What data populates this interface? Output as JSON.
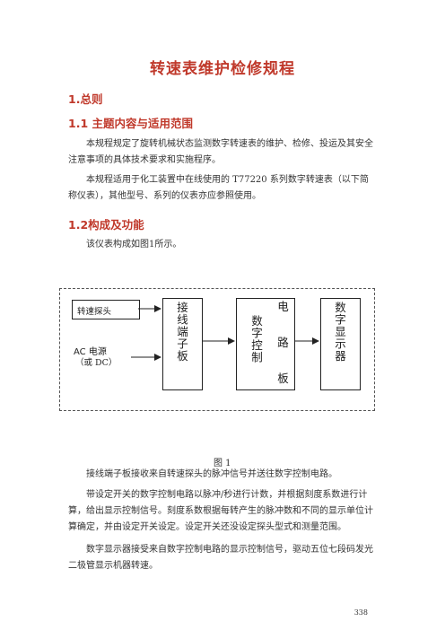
{
  "title": "转速表维护检修规程",
  "sections": {
    "s1": "1.总则",
    "s1_1": "1.1 主题内容与适用范围",
    "s1_1_p1": "本规程规定了旋转机械状态监测数字转速表的维护、检修、投运及其安全注意事项的具体技术要求和实施程序。",
    "s1_1_p2": "本规程适用于化工装置中在线使用的 T77220 系列数字转速表（以下简称仪表），其他型号、系列的仪表亦应参照使用。",
    "s1_2": "1.2构成及功能",
    "s1_2_p1": "该仪表构成如图1所示。"
  },
  "diagram": {
    "probe_label": "转速探头",
    "power_label_1": "AC 电源",
    "power_label_2": "（或 DC）",
    "terminal_board": "接线端子板",
    "control_top": "电",
    "control_middle": "路",
    "control_bottom": "板",
    "control_left": "数字控制",
    "display": "数字显示器",
    "caption": "图 1"
  },
  "body": {
    "p1": "接线端子板接收来自转速探头的脉冲信号并送往数字控制电路。",
    "p2": "带设定开关的数字控制电路以脉冲/秒进行计数，并根据刻度系数进行计算，给出显示控制信号。刻度系数根据每转产生的脉冲数和不同的显示单位计算确定，并由设定开关设定。设定开关还没设定探头型式和测量范围。",
    "p3": "数字显示器接受来自数字控制电路的显示控制信号，驱动五位七段码发光二极管显示机器转速。"
  },
  "page_number": "338"
}
